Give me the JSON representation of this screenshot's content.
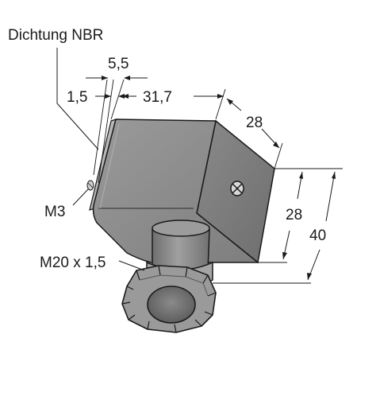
{
  "labels": {
    "seal": "Dichtung NBR",
    "dim_5_5": "5,5",
    "dim_1_5": "1,5",
    "dim_31_7": "31,7",
    "dim_28_diag": "28",
    "dim_28_vert": "28",
    "dim_40": "40",
    "thread_m3": "M3",
    "thread_m20": "M20 x 1,5"
  },
  "colors": {
    "housing_front": "#8a8a8a",
    "housing_top": "#a8a8a8",
    "housing_side": "#7a7a7a",
    "outline": "#1a1a1a",
    "gland": "#8c8c8c",
    "nut": "#9a9a9a",
    "bore": "#6e6e6e"
  }
}
